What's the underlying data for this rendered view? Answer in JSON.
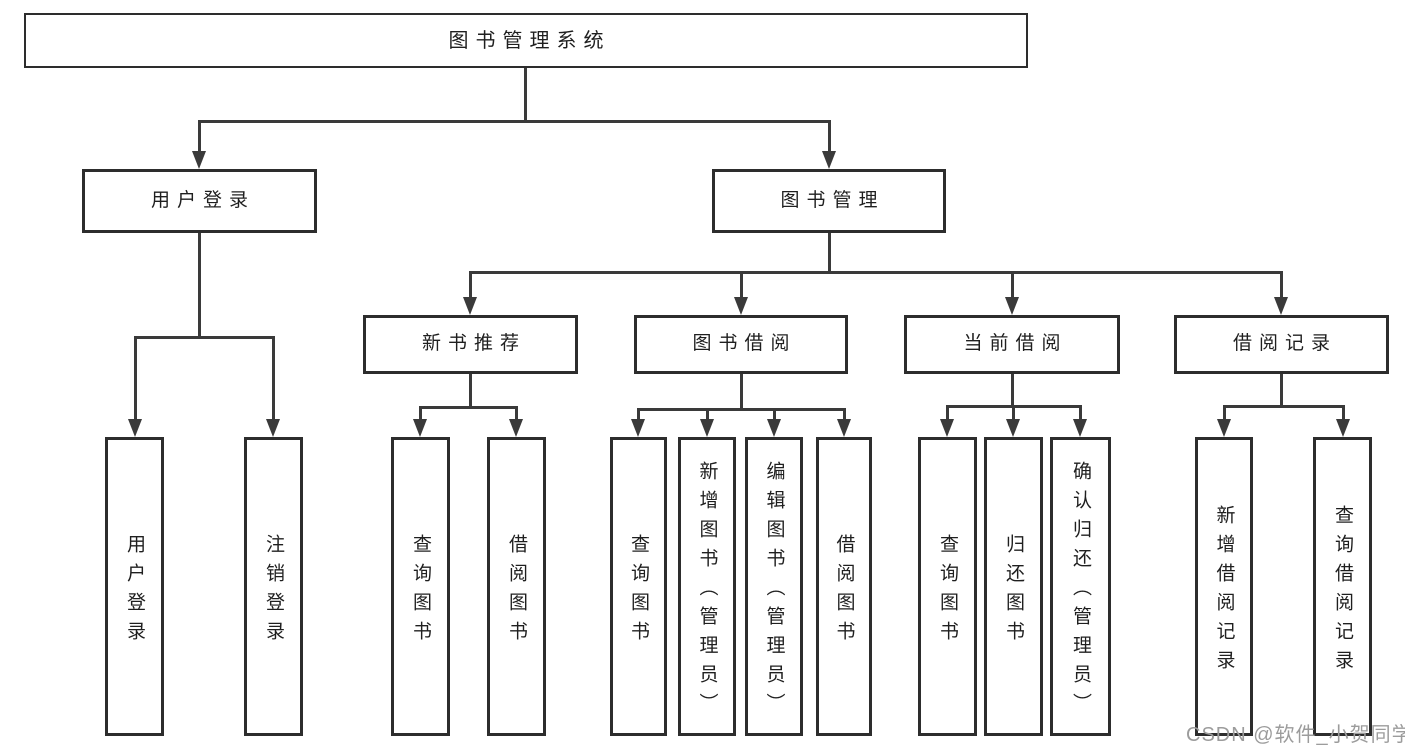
{
  "nodes": {
    "root": "图书管理系统",
    "level2": {
      "user_login": "用户登录",
      "book_management": "图书管理"
    },
    "level3": {
      "new_book_recommend": "新书推荐",
      "book_borrow": "图书借阅",
      "current_borrow": "当前借阅",
      "borrow_records": "借阅记录"
    },
    "leaves": {
      "user_login": "用户登录",
      "logout": "注销登录",
      "query_books_recommend": "查询图书",
      "borrow_books_recommend": "借阅图书",
      "query_books_borrow": "查询图书",
      "add_books_admin": "新增图书（管理员）",
      "edit_books_admin": "编辑图书（管理员）",
      "borrow_books_borrow": "借阅图书",
      "query_books_current": "查询图书",
      "return_books": "归还图书",
      "confirm_return_admin": "确认归还（管理员）",
      "add_borrow_record": "新增借阅记录",
      "query_borrow_record": "查询借阅记录"
    }
  },
  "watermark": "CSDN @软件_小贺同学",
  "colors": {
    "line": "#3a3a3a",
    "box_border": "#2d2d2d",
    "text": "#1f1f1f",
    "background": "#ffffff",
    "watermark": "#9c9c9c"
  }
}
